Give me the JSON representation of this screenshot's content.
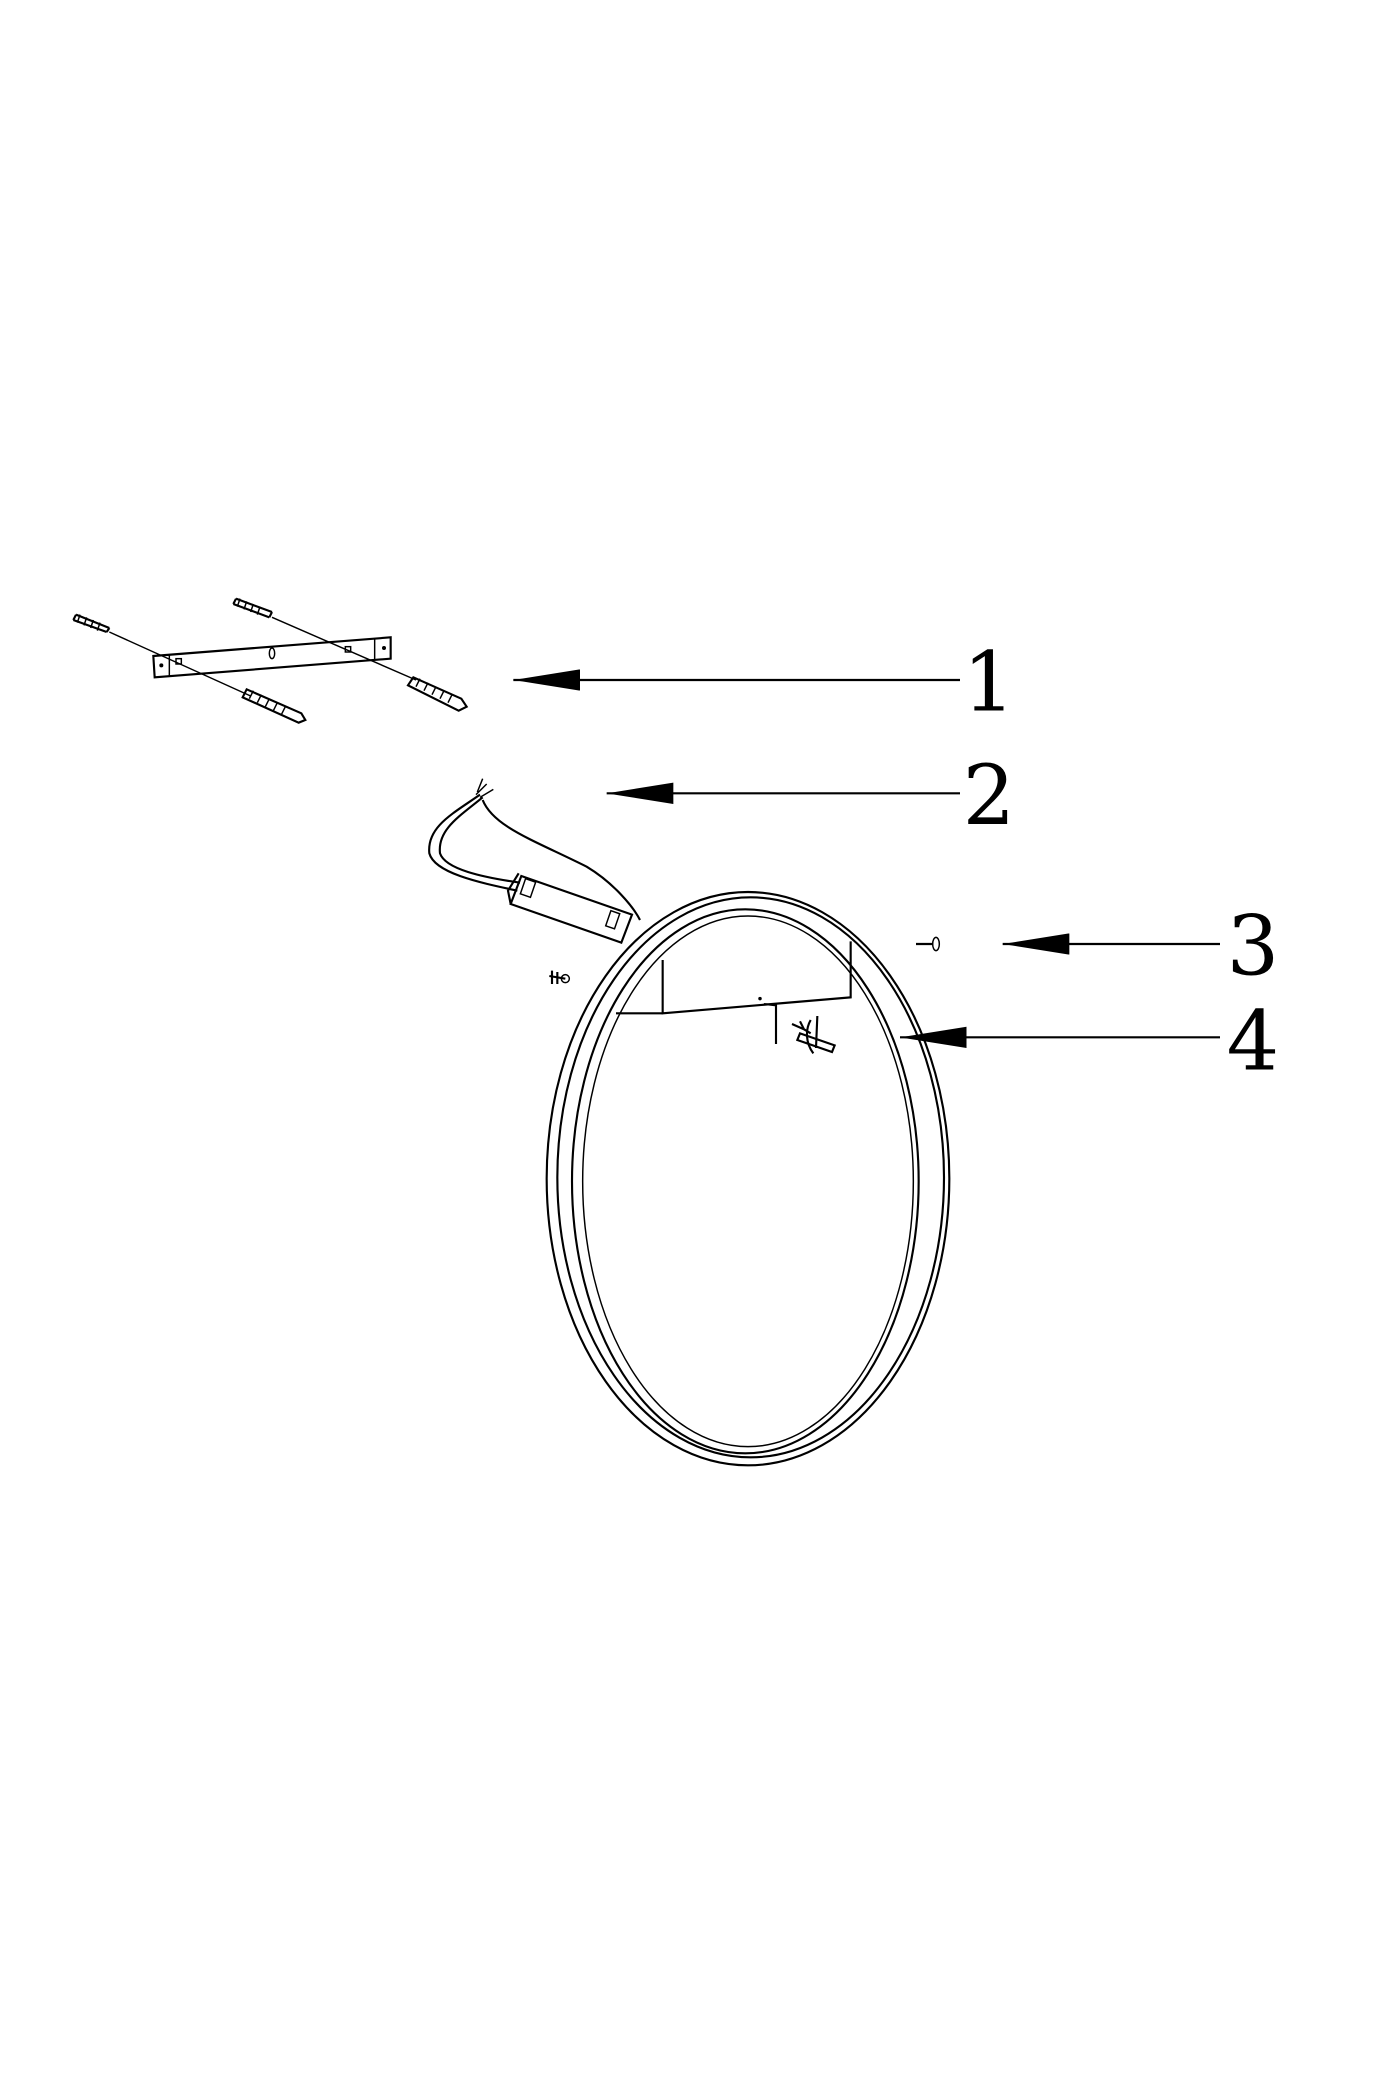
{
  "diagram": {
    "type": "exploded-assembly-drawing",
    "callouts": [
      {
        "label": "1",
        "part": "mounting-bracket-with-screws-and-wall-plugs"
      },
      {
        "label": "2",
        "part": "power-cable-and-driver"
      },
      {
        "label": "3",
        "part": "fixing-screw"
      },
      {
        "label": "4",
        "part": "tighten-rotation-indicator"
      }
    ],
    "colors": {
      "line": "#000000",
      "background": "#ffffff"
    }
  }
}
